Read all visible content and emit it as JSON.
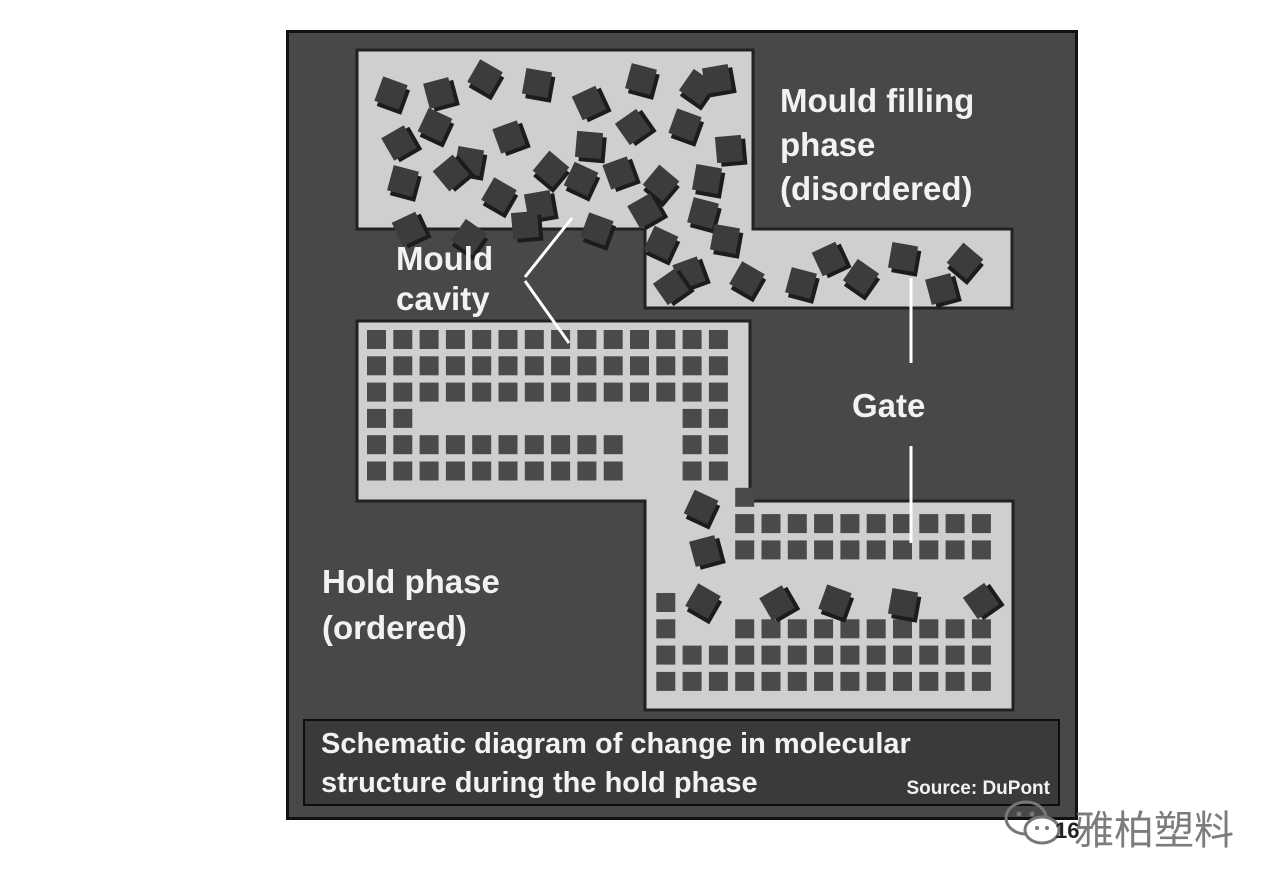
{
  "labels": {
    "filling_phase": "Mould filling\nphase\n(disordered)",
    "mould_cavity": "Mould\ncavity",
    "gate": "Gate",
    "hold_phase": "Hold phase\n(ordered)"
  },
  "caption": {
    "text": "Schematic diagram of change in molecular\nstructure during the hold phase",
    "source": "Source: DuPont"
  },
  "watermark": {
    "text": "雅柏塑料",
    "icon": "wechat-icon"
  },
  "page_number": "16",
  "colors": {
    "panel": "#484848",
    "cavity": "#cfcfcf",
    "molecule": "#3c3c3c",
    "grid_cell": "#4a4a4a"
  }
}
